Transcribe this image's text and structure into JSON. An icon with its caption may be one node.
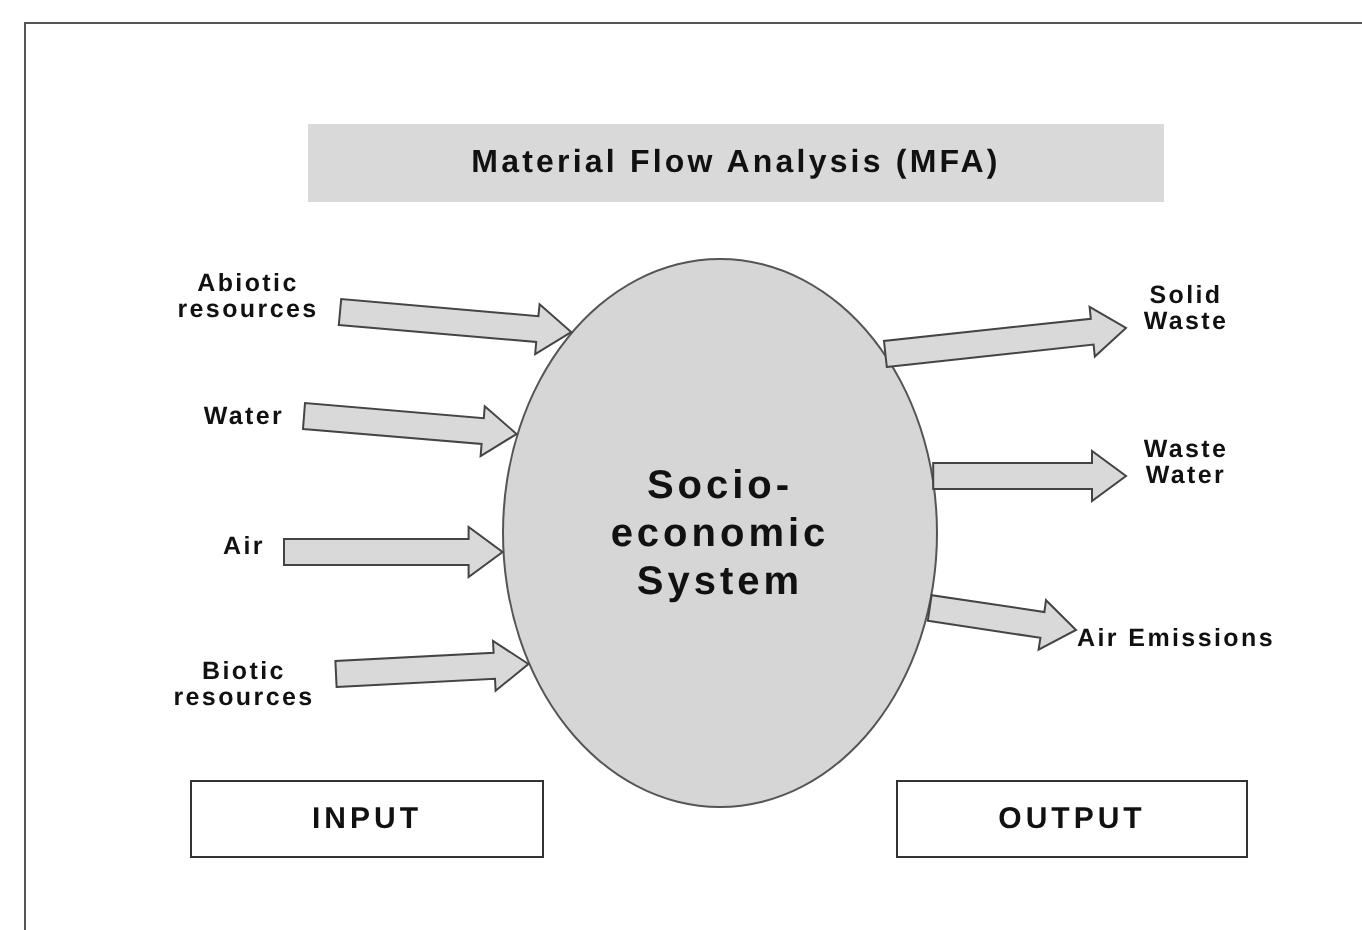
{
  "diagram": {
    "title": "Material Flow Analysis (MFA)",
    "nodes": [
      {
        "text": [
          "Abiotic resources"
        ]
      },
      {
        "text": [
          "Water"
        ]
      },
      {
        "text": [
          "Air"
        ]
      },
      {
        "text": [
          "Biotic resources"
        ]
      },
      {
        "text": [
          "Socio- economic System"
        ]
      },
      {
        "text": [
          "Solid Waste"
        ]
      },
      {
        "text": [
          "Waste Water"
        ]
      },
      {
        "text": [
          "Air Emissions"
        ]
      },
      {
        "text": [
          "INPUT"
        ]
      },
      {
        "text": [
          "OUTPUT"
        ]
      }
    ],
    "edges": [
      {
        "from": 0,
        "to": 4,
        "arrow": "to",
        "style": "thick"
      },
      {
        "from": 1,
        "to": 4,
        "arrow": "to",
        "style": "thick"
      },
      {
        "from": 2,
        "to": 4,
        "arrow": "to",
        "style": "thick"
      },
      {
        "from": 3,
        "to": 4,
        "arrow": "to",
        "style": "thick"
      },
      {
        "from": 4,
        "to": 5,
        "arrow": "to",
        "style": "thick"
      },
      {
        "from": 4,
        "to": 6,
        "arrow": "to",
        "style": "thick"
      },
      {
        "from": 4,
        "to": 7,
        "arrow": "to",
        "style": "thick"
      }
    ]
  }
}
